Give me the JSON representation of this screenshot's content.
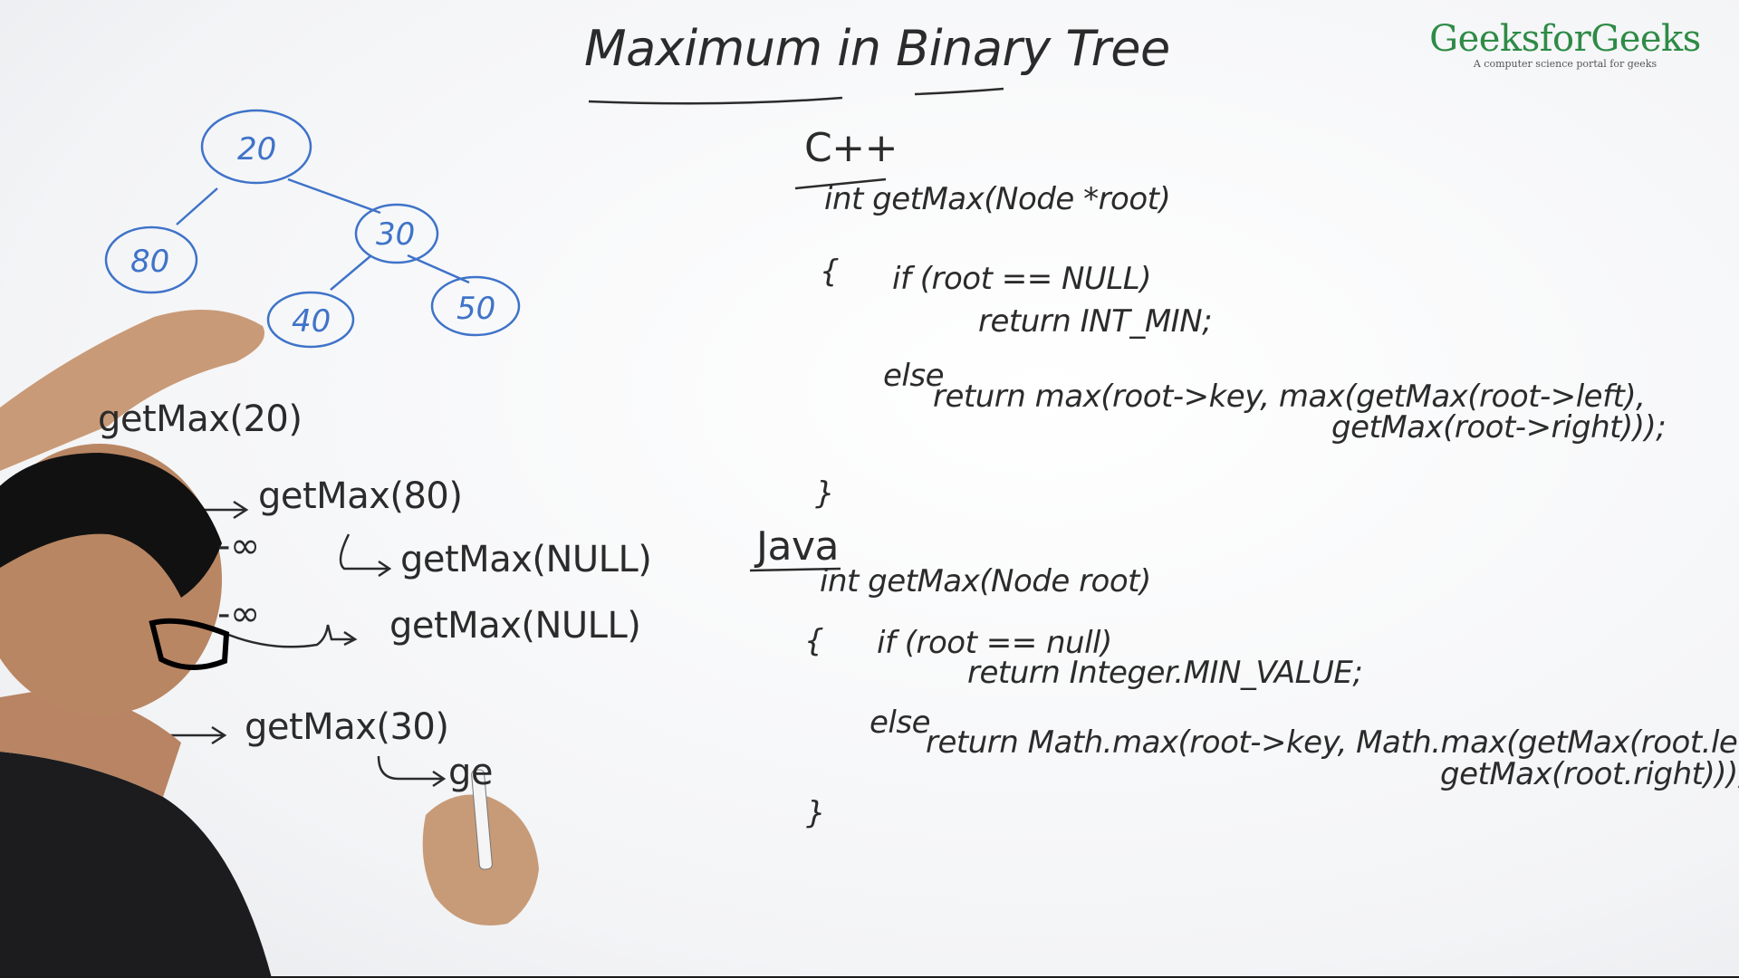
{
  "title": "Maximum in Binary Tree",
  "logo": {
    "name": "GeeksforGeeks",
    "tagline": "A computer science portal for geeks",
    "color": "#2e8b46"
  },
  "tree": {
    "nodes": [
      "20",
      "80",
      "30",
      "40",
      "50"
    ]
  },
  "cpp": {
    "label": "C++",
    "lines": [
      "int getMax(Node *root)",
      "{",
      "if (root == NULL)",
      "return INT_MIN;",
      "else",
      "return max(root->key, max(getMax(root->left),",
      "getMax(root->right)));",
      "}"
    ]
  },
  "java": {
    "label": "Java",
    "lines": [
      "int getMax(Node root)",
      "{",
      "if (root == null)",
      "return Integer.MIN_VALUE;",
      "else",
      "return Math.max(root->key, Math.max(getMax(root.left),",
      "getMax(root.right)));",
      "}"
    ]
  },
  "trace": {
    "lines": [
      "getMax(20)",
      "getMax(80)",
      "getMax(NULL)",
      "getMax(NULL)",
      "getMax(30)",
      "ge"
    ],
    "neg_inf_a": "-∞",
    "neg_inf_b": "-∞"
  },
  "colors": {
    "ink": "#2b2b2b",
    "blue_marker": "#3f73c9"
  }
}
